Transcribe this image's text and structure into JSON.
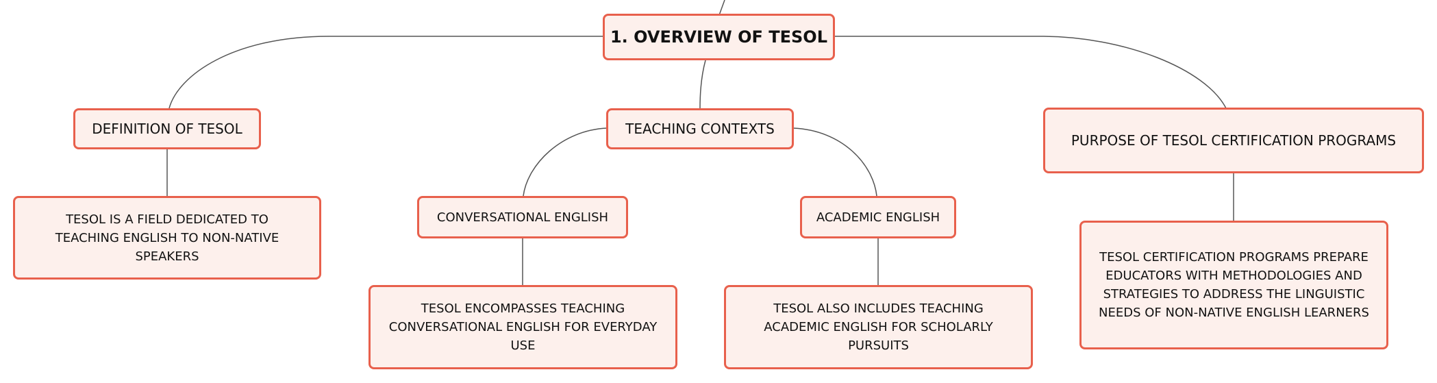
{
  "mindmap": {
    "root": {
      "label": "1. OVERVIEW OF TESOL"
    },
    "definition": {
      "label": "DEFINITION OF TESOL",
      "detail": "TESOL IS A FIELD DEDICATED TO TEACHING ENGLISH TO NON-NATIVE SPEAKERS"
    },
    "contexts": {
      "label": "TEACHING CONTEXTS",
      "conversational": {
        "label": "CONVERSATIONAL ENGLISH",
        "detail": "TESOL ENCOMPASSES TEACHING CONVERSATIONAL ENGLISH FOR EVERYDAY USE"
      },
      "academic": {
        "label": "ACADEMIC ENGLISH",
        "detail": "TESOL ALSO INCLUDES TEACHING ACADEMIC ENGLISH FOR SCHOLARLY PURSUITS"
      }
    },
    "purpose": {
      "label": "PURPOSE OF TESOL CERTIFICATION PROGRAMS",
      "detail": "TESOL CERTIFICATION PROGRAMS PREPARE EDUCATORS WITH METHODOLOGIES AND STRATEGIES TO ADDRESS THE LINGUISTIC NEEDS OF NON-NATIVE ENGLISH LEARNERS"
    }
  },
  "colors": {
    "node_border": "#e8604c",
    "node_fill": "#fdf0ec",
    "connector": "#555555"
  }
}
